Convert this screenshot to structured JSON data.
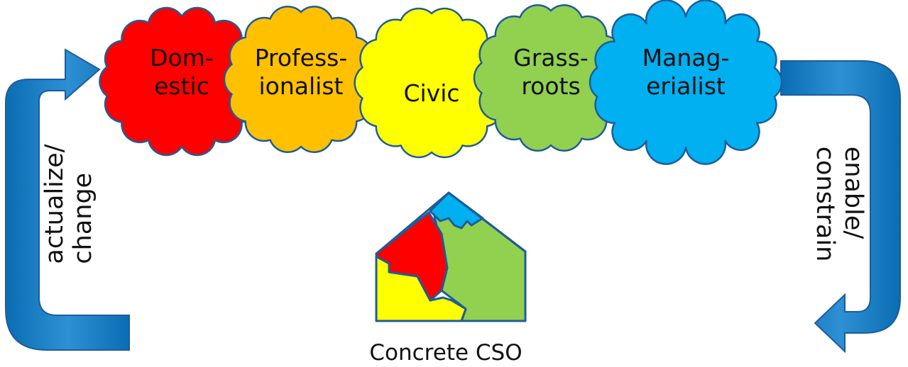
{
  "clouds": [
    {
      "id": "domestic",
      "lines": [
        "Dom-",
        "estic"
      ],
      "color": "#ff0000"
    },
    {
      "id": "professionalist",
      "lines": [
        "Profess-",
        "ionalist"
      ],
      "color": "#ffc000"
    },
    {
      "id": "civic",
      "lines": [
        "Civic"
      ],
      "color": "#ffff00"
    },
    {
      "id": "grassroots",
      "lines": [
        "Grass-",
        "roots"
      ],
      "color": "#92d050"
    },
    {
      "id": "managerialist",
      "lines": [
        "Manag-",
        "erialist"
      ],
      "color": "#00b0f0"
    }
  ],
  "left_arrow": {
    "lines": [
      "actualize/",
      "change"
    ]
  },
  "right_arrow": {
    "lines": [
      "enable/",
      "constrain"
    ]
  },
  "house": {
    "caption": "Concrete CSO",
    "colors": {
      "top": "#00b0f0",
      "left": "#ff0000",
      "bottom_left": "#ffff00",
      "right": "#92d050"
    }
  },
  "colors": {
    "arrow": "#0070c0",
    "outline": "#1f5c99"
  }
}
